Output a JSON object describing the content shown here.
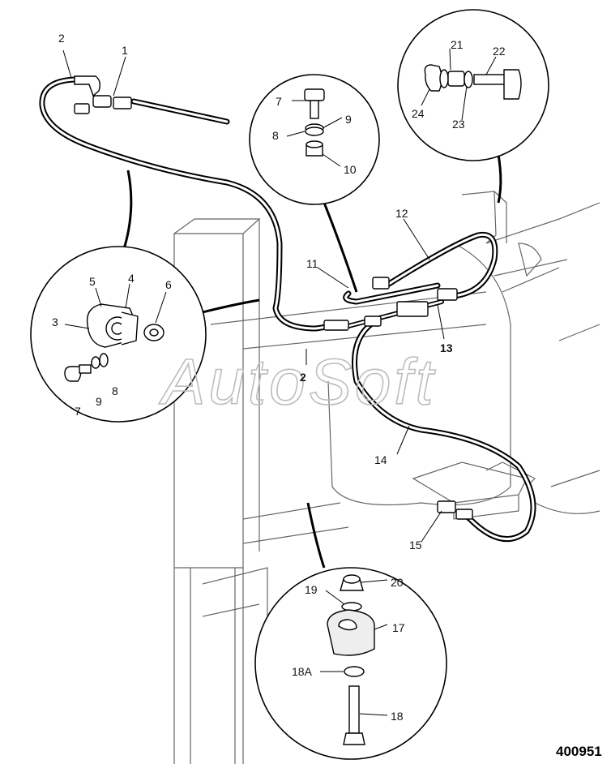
{
  "watermark": "AutoSoft",
  "drawing_number": "400951",
  "callouts": {
    "c1": "1",
    "c2_top": "2",
    "c2_mid": "2",
    "c3": "3",
    "c4": "4",
    "c5": "5",
    "c6": "6",
    "c7_left": "7",
    "c8_left": "8",
    "c9_left": "9",
    "c7_top": "7",
    "c8_top": "8",
    "c9_top": "9",
    "c10": "10",
    "c11": "11",
    "c12": "12",
    "c13": "13",
    "c14": "14",
    "c15": "15",
    "c17": "17",
    "c18": "18",
    "c18a": "18A",
    "c19": "19",
    "c20": "20",
    "c21": "21",
    "c22": "22",
    "c23": "23",
    "c24": "24"
  }
}
